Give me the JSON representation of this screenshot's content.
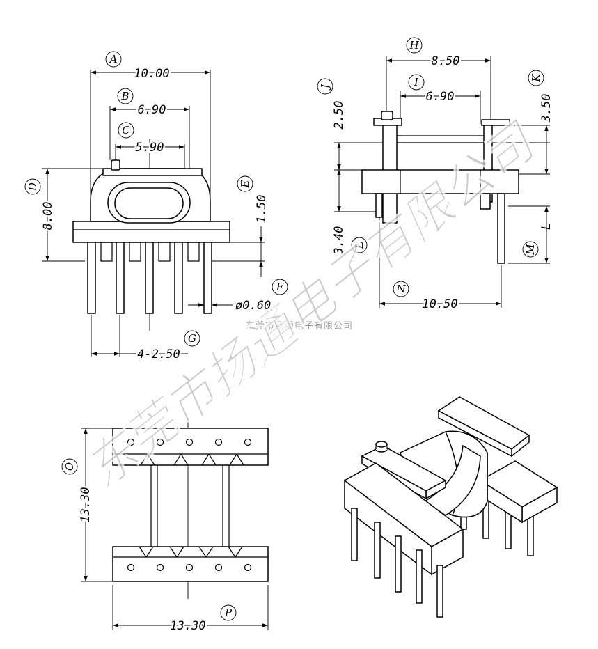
{
  "front_view": {
    "labels": {
      "A": "A",
      "B": "B",
      "C": "C",
      "D": "D",
      "E": "E",
      "F": "F",
      "G": "G"
    },
    "dims": {
      "A": "10.00",
      "B": "6.90",
      "C": "5.90",
      "D": "8.00",
      "E": "1.50",
      "F": "ø0.60",
      "G": "4-2.50"
    }
  },
  "side_view": {
    "labels": {
      "H": "H",
      "I": "I",
      "J": "J",
      "K": "K",
      "L": "L",
      "M": "M",
      "N": "N"
    },
    "dims": {
      "H": "8.50",
      "I": "6.90",
      "J": "2.50",
      "K": "3.50",
      "L": "3.40",
      "M": "L",
      "N": "10.50"
    }
  },
  "bottom_view": {
    "labels": {
      "O": "O",
      "P": "P"
    },
    "dims": {
      "O": "13.30",
      "P": "13.30"
    }
  },
  "watermark": {
    "large": "东莞市扬通电子有限公司",
    "small": "东莞市扬通电子有限公司"
  }
}
